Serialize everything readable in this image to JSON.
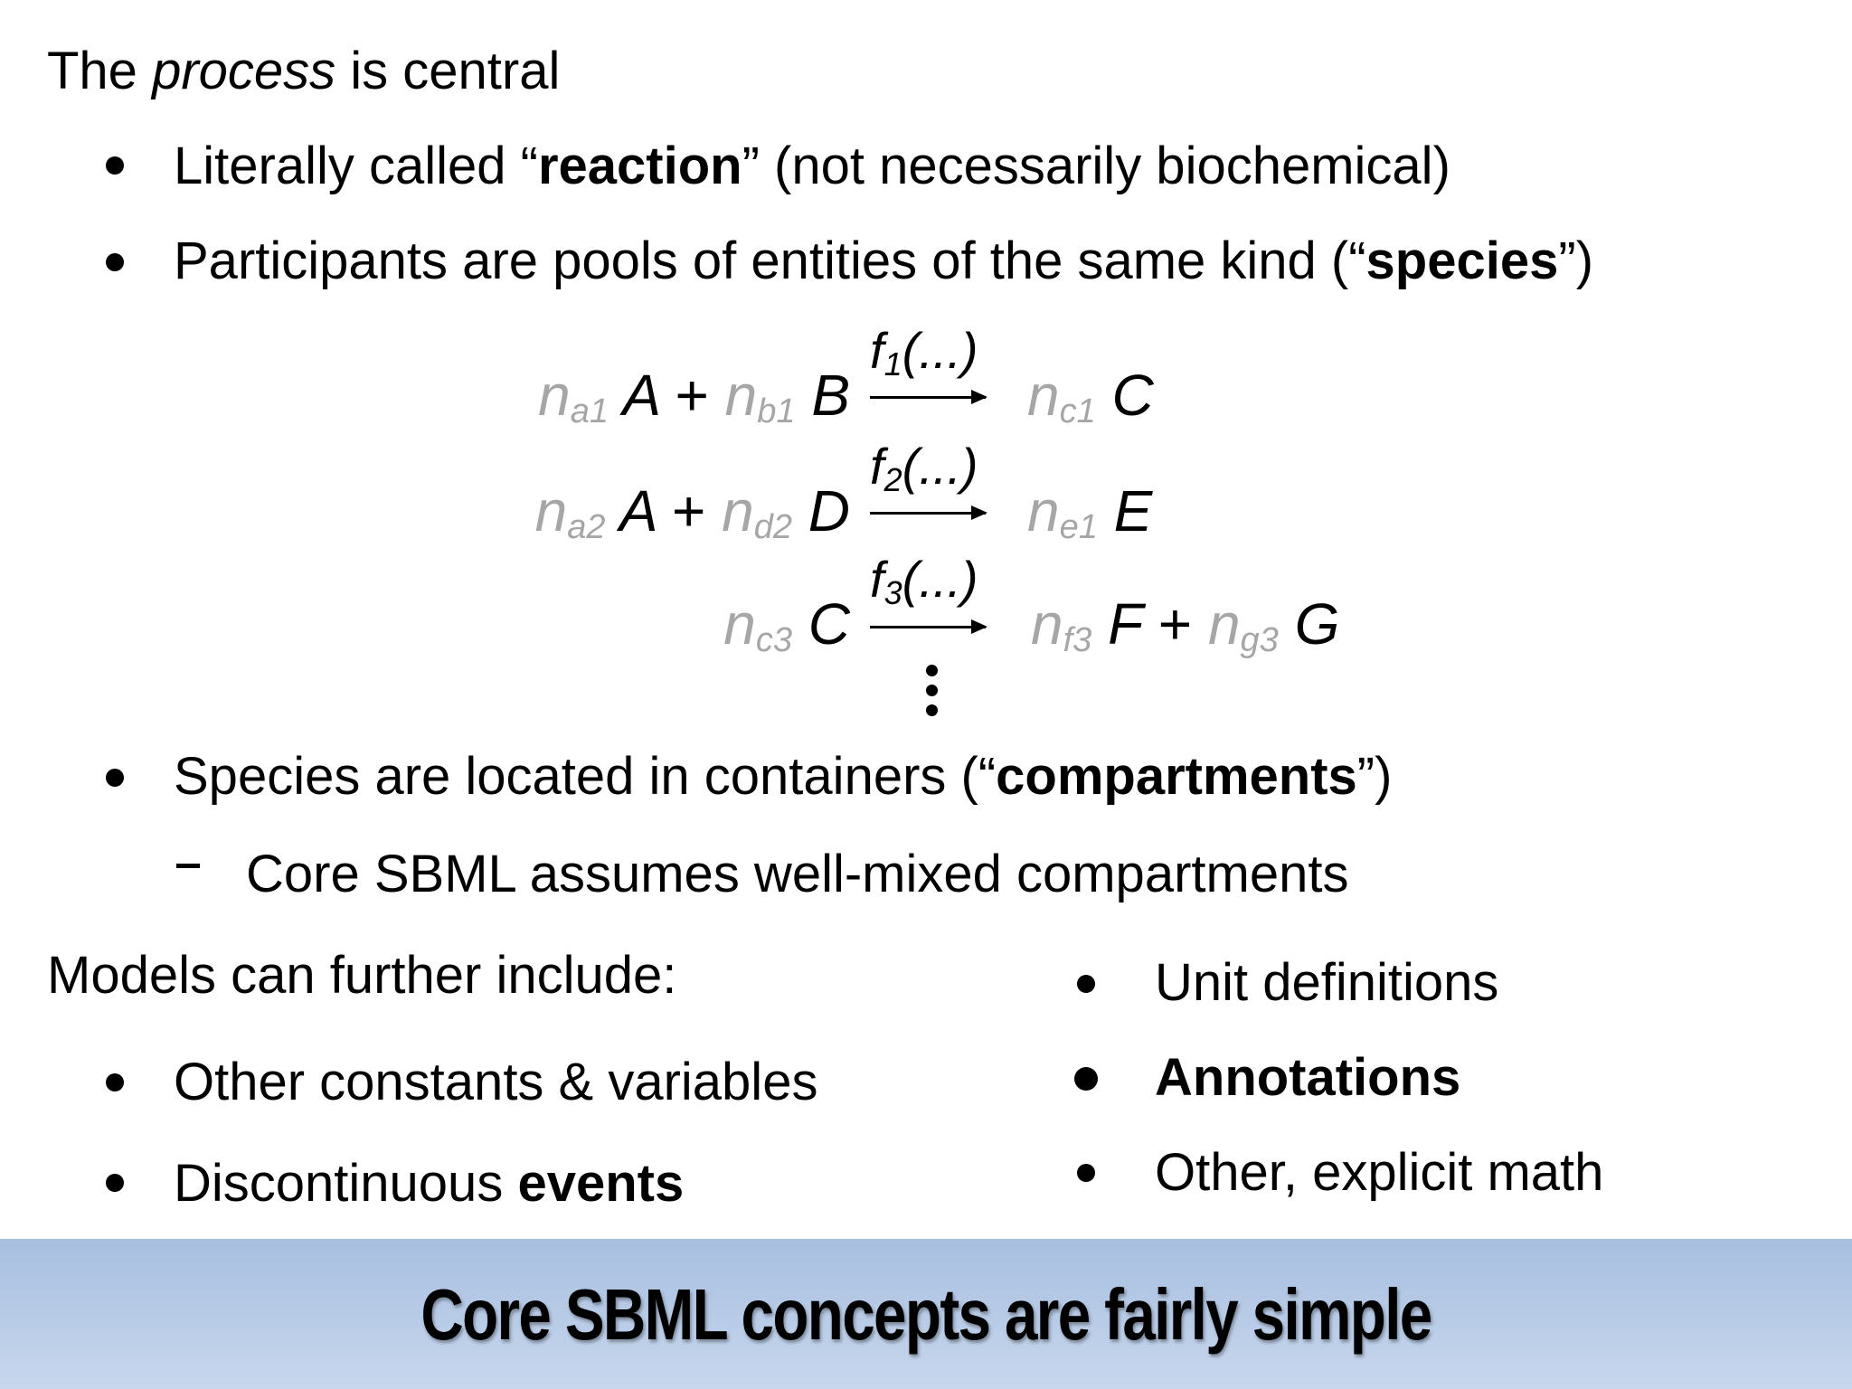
{
  "intro": {
    "pre": "The ",
    "em": "process",
    "post": " is central"
  },
  "bullets_top": [
    {
      "pre": "Literally called “",
      "bold": "reaction",
      "post": "” (not necessarily biochemical)"
    },
    {
      "pre": "Participants are pools of entities of the same kind (“",
      "bold": "species",
      "post": "”)"
    }
  ],
  "equations": [
    {
      "lhs": [
        {
          "n": "n",
          "sub": "a1",
          "sp": "A"
        },
        {
          "n": "n",
          "sub": "b1",
          "sp": "B"
        }
      ],
      "f": "f",
      "fsub": "1",
      "fargs": "(...)",
      "rhs": [
        {
          "n": "n",
          "sub": "c1",
          "sp": "C"
        }
      ]
    },
    {
      "lhs": [
        {
          "n": "n",
          "sub": "a2",
          "sp": "A"
        },
        {
          "n": "n",
          "sub": "d2",
          "sp": "D"
        }
      ],
      "f": "f",
      "fsub": "2",
      "fargs": "(...)",
      "rhs": [
        {
          "n": "n",
          "sub": "e1",
          "sp": "E"
        }
      ]
    },
    {
      "lhs": [
        {
          "n": "n",
          "sub": "c3",
          "sp": "C"
        }
      ],
      "f": "f",
      "fsub": "3",
      "fargs": "(...)",
      "rhs": [
        {
          "n": "n",
          "sub": "f3",
          "sp": "F"
        },
        {
          "n": "n",
          "sub": "g3",
          "sp": "G"
        }
      ]
    }
  ],
  "plus": "+",
  "compartments": {
    "pre": "Species are located in containers (“",
    "bold": "compartments",
    "post": "”)"
  },
  "sub_bullet": "Core SBML assumes well-mixed compartments",
  "models_heading": "Models can further include:",
  "left_list": [
    {
      "pre": "Other constants & variables",
      "bold": "",
      "post": ""
    },
    {
      "pre": "Discontinuous ",
      "bold": "events",
      "post": ""
    }
  ],
  "right_list": [
    {
      "pre": "Unit definitions",
      "bold": "",
      "post": ""
    },
    {
      "pre": "",
      "bold": "Annotations",
      "post": ""
    },
    {
      "pre": "Other, explicit math",
      "bold": "",
      "post": ""
    }
  ],
  "footer_title": "Core SBML concepts are fairly simple"
}
